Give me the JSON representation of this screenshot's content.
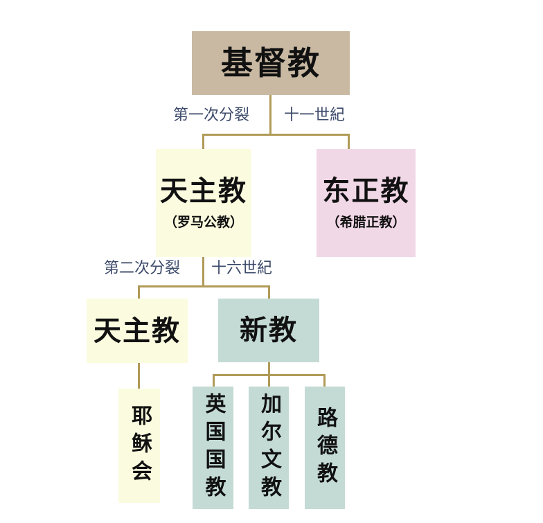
{
  "root": {
    "label": "基督教",
    "color": "#c9b9a2"
  },
  "split1": {
    "left_label": "第一次分裂",
    "right_label": "十一世紀"
  },
  "catholic": {
    "label": "天主教",
    "sub": "（罗马公教）",
    "color": "#fbfbdf"
  },
  "orthodox": {
    "label": "东正教",
    "sub": "（希腊正教）",
    "color": "#f1d8e6"
  },
  "split2": {
    "left_label": "第二次分裂",
    "right_label": "十六世紀"
  },
  "catholic2": {
    "label": "天主教",
    "color": "#fbfbdf"
  },
  "protestant": {
    "label": "新教",
    "color": "#c4dbd5"
  },
  "jesuits": {
    "label": "耶稣会",
    "color": "#fbfbdf"
  },
  "protestant_branches": [
    {
      "label": "英国国教"
    },
    {
      "label": "加尔文教"
    },
    {
      "label": "路德教"
    }
  ],
  "line_color": "#b09a57"
}
